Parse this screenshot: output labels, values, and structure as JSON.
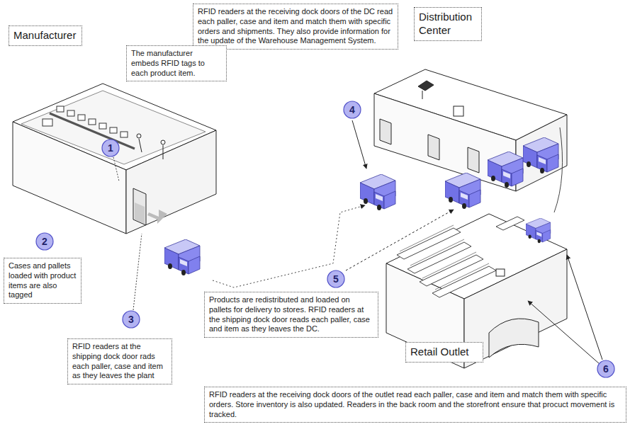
{
  "diagram": {
    "nodes": [
      {
        "text": [
          "RFID readers at the receiving dock doors of the DC read each paller, case and item and match them with specific orders and shipments. They also provide information for the update of the Warehouse Management System."
        ]
      },
      {
        "text": [
          "Distribution Center"
        ]
      },
      {
        "text": [
          "Manufacturer"
        ]
      },
      {
        "text": [
          "The manufacturer embeds RFID tags to each product item."
        ]
      },
      {
        "text": [
          "1"
        ]
      },
      {
        "text": [
          "4"
        ]
      },
      {
        "text": [
          "2"
        ]
      },
      {
        "text": [
          "Cases and pallets loaded with product items are also tagged"
        ]
      },
      {
        "text": [
          "5"
        ]
      },
      {
        "text": [
          "Products are redistributed and loaded on pallets for delivery to stores. RFID readers at the shipping dock door reads each paller, case and item as they leaves the DC."
        ]
      },
      {
        "text": [
          "3"
        ]
      },
      {
        "text": [
          "RFID readers at the shipping dock door rads each paller, case and item as they leaves the plant"
        ]
      },
      {
        "text": [
          "Retail Outlet"
        ]
      },
      {
        "text": [
          "6"
        ]
      },
      {
        "text": [
          "RFID readers at the receiving dock doors of the outlet read each paller, case and item and match them with specific orders. Store inventory is also updated. Readers in the back room and the storefront ensure that procuct movement is tracked."
        ]
      }
    ]
  }
}
